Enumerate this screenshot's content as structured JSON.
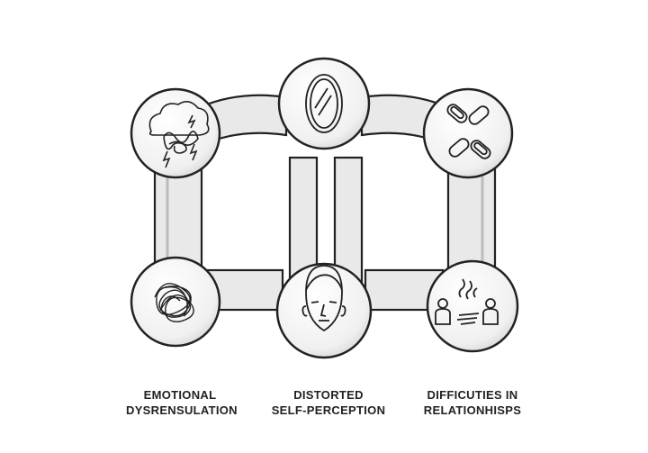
{
  "nodes": [
    {
      "id": "storm-cloud",
      "icon": "storm-cloud-icon"
    },
    {
      "id": "mirror",
      "icon": "oval-mirror-icon"
    },
    {
      "id": "broken-chain",
      "icon": "broken-chain-icon"
    },
    {
      "id": "tangle",
      "icon": "tangled-scribble-icon"
    },
    {
      "id": "face",
      "icon": "face-icon"
    },
    {
      "id": "people",
      "icon": "two-people-icon"
    }
  ],
  "labels": [
    {
      "line1": "EMOTIONAL",
      "line2": "DYSRENSULATION"
    },
    {
      "line1": "DISTORTED",
      "line2": "SELF-PERCEPTION"
    },
    {
      "line1": "DIFFICUTIES IN",
      "line2": "RELATIONHISPS"
    }
  ],
  "colors": {
    "stroke": "#222222",
    "pipe": "#e6e6e6",
    "pipe_shadow": "#c8c8c8",
    "circle": "#f2f2f2",
    "text": "#222222"
  }
}
